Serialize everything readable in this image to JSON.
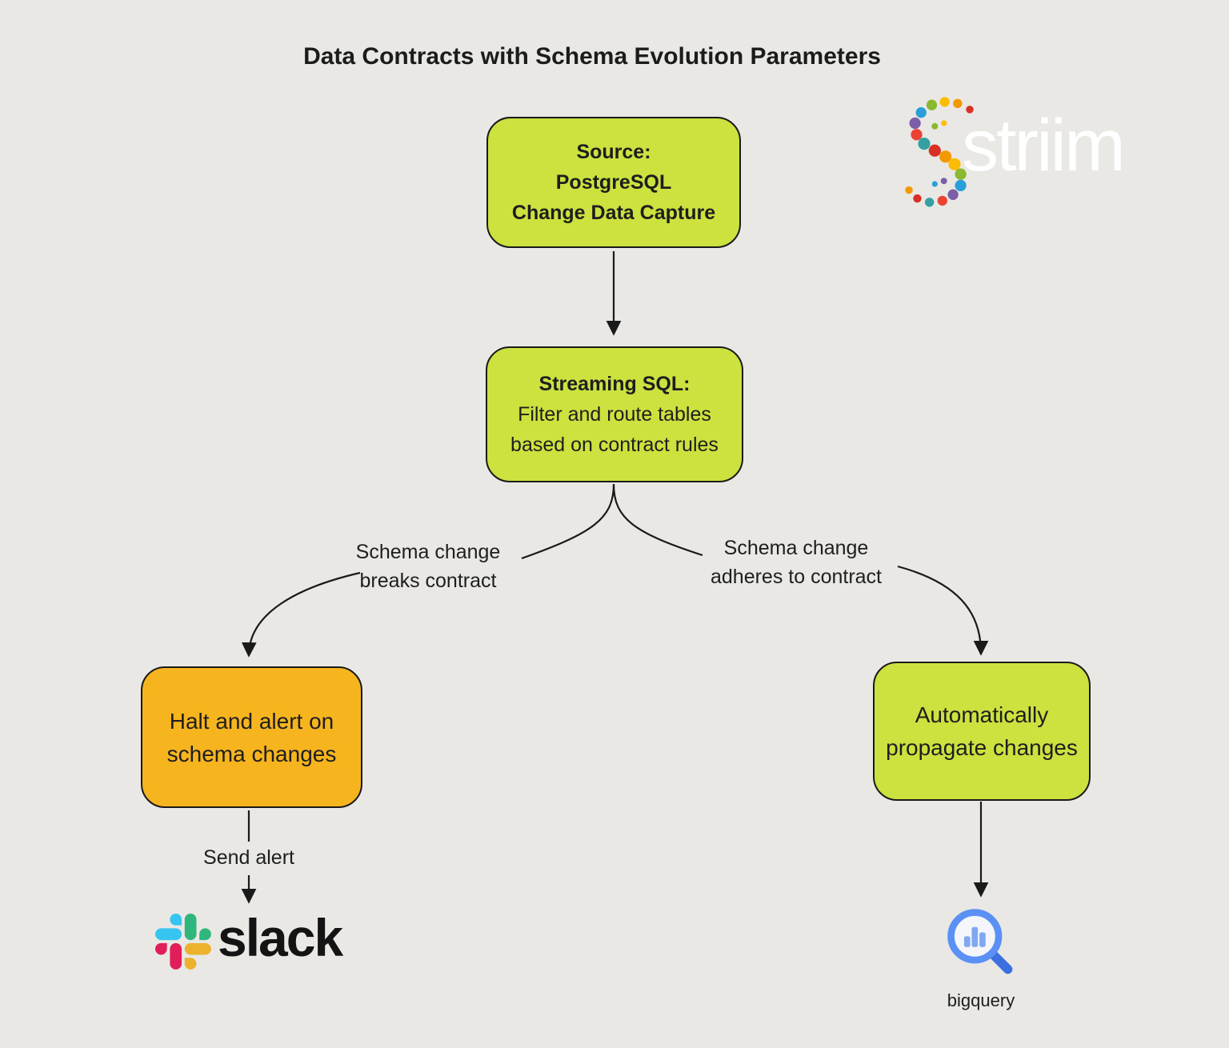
{
  "title": "Data Contracts with Schema Evolution Parameters",
  "logo": {
    "brand": "striim"
  },
  "nodes": {
    "source": {
      "lines": [
        "Source:",
        "PostgreSQL",
        "Change Data Capture"
      ]
    },
    "streaming": {
      "lines": [
        "Streaming SQL:",
        "Filter and route tables",
        "based on contract rules"
      ]
    },
    "halt": {
      "lines": [
        "Halt and alert on",
        "schema changes"
      ]
    },
    "propagate": {
      "lines": [
        "Automatically",
        "propagate changes"
      ]
    }
  },
  "edge_labels": {
    "breaks": [
      "Schema change",
      "breaks contract"
    ],
    "adheres": [
      "Schema change",
      "adheres to contract"
    ],
    "send_alert": "Send alert"
  },
  "destinations": {
    "slack": "slack",
    "bigquery": "bigquery"
  },
  "colors": {
    "background": "#e9e8e5",
    "node_green": "#cde13f",
    "node_orange": "#f6b41e",
    "border": "#1a1a1a",
    "arrow": "#1a1a1a",
    "slack_blue": "#36c5f0",
    "slack_green": "#2eb67d",
    "slack_yellow": "#ecb22e",
    "slack_red": "#e01e5a",
    "bigquery_ring": "#5b91f5",
    "bigquery_handle": "#3c6fe0",
    "bigquery_bars": "#7fa8f0",
    "striim_palette": [
      "#d93025",
      "#f29900",
      "#fbbc04",
      "#8ab82e",
      "#2a9fd8",
      "#7b5ea7",
      "#ea4335",
      "#34a0a4"
    ]
  }
}
